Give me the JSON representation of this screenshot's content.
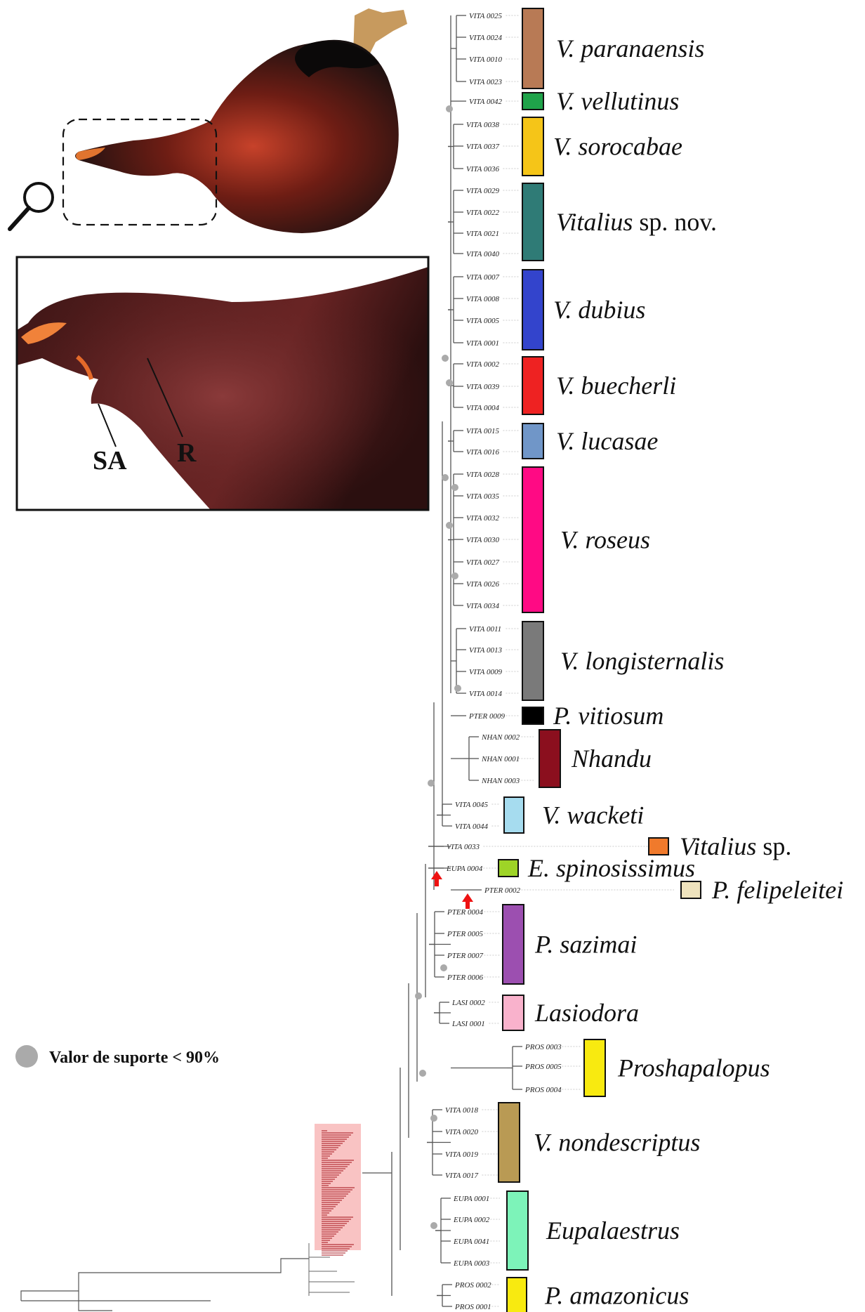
{
  "legend": {
    "label": "Valor de suporte < 90%",
    "marker_color": "#aaaaaa"
  },
  "photo": {
    "labels": [
      "SA",
      "R"
    ]
  },
  "tree": {
    "tips": [
      "VITA 0025",
      "VITA 0024",
      "VITA 0010",
      "VITA 0023",
      "VITA 0042",
      "VITA 0038",
      "VITA 0037",
      "VITA 0036",
      "VITA 0029",
      "VITA 0022",
      "VITA 0021",
      "VITA 0040",
      "VITA 0007",
      "VITA 0008",
      "VITA 0005",
      "VITA 0001",
      "VITA 0002",
      "VITA 0039",
      "VITA 0004",
      "VITA 0015",
      "VITA 0016",
      "VITA 0028",
      "VITA 0035",
      "VITA 0032",
      "VITA 0030",
      "VITA 0027",
      "VITA 0026",
      "VITA 0034",
      "VITA 0011",
      "VITA 0013",
      "VITA 0009",
      "VITA 0014",
      "PTER 0009",
      "NHAN 0002",
      "NHAN 0001",
      "NHAN 0003",
      "VITA 0045",
      "VITA 0044",
      "VITA 0033",
      "EUPA 0004",
      "PTER 0002",
      "PTER 0004",
      "PTER 0005",
      "PTER 0007",
      "PTER 0006",
      "LASI 0002",
      "LASI 0001",
      "PROS 0003",
      "PROS 0005",
      "PROS 0004",
      "VITA 0018",
      "VITA 0020",
      "VITA 0019",
      "VITA 0017",
      "EUPA 0001",
      "EUPA 0002",
      "EUPA 0041",
      "EUPA 0003",
      "PROS 0002",
      "PROS 0001"
    ],
    "clades": [
      {
        "parts": [
          {
            "t": "V. paranaensis",
            "i": true
          }
        ],
        "color": "#b87a55"
      },
      {
        "parts": [
          {
            "t": "V. vellutinus",
            "i": true
          }
        ],
        "color": "#1fa34a"
      },
      {
        "parts": [
          {
            "t": "V. sorocabae",
            "i": true
          }
        ],
        "color": "#f5c518"
      },
      {
        "parts": [
          {
            "t": "Vitalius",
            "i": true
          },
          {
            "t": " sp. nov.",
            "i": false
          }
        ],
        "color": "#2f7b76"
      },
      {
        "parts": [
          {
            "t": "V. dubius",
            "i": true
          }
        ],
        "color": "#3344cc"
      },
      {
        "parts": [
          {
            "t": "V. buecherli",
            "i": true
          }
        ],
        "color": "#ee2222"
      },
      {
        "parts": [
          {
            "t": "V. lucasae",
            "i": true
          }
        ],
        "color": "#7096c8"
      },
      {
        "parts": [
          {
            "t": "V. roseus",
            "i": true
          }
        ],
        "color": "#ff0a84"
      },
      {
        "parts": [
          {
            "t": "V. longisternalis",
            "i": true
          }
        ],
        "color": "#7a7a7a"
      },
      {
        "parts": [
          {
            "t": "P. vitiosum",
            "i": true
          }
        ],
        "color": "#000000"
      },
      {
        "parts": [
          {
            "t": "Nhandu",
            "i": true
          }
        ],
        "color": "#8b0f1e"
      },
      {
        "parts": [
          {
            "t": "V. wacketi",
            "i": true
          }
        ],
        "color": "#a6dcef"
      },
      {
        "parts": [
          {
            "t": "Vitalius",
            "i": true
          },
          {
            "t": " sp.",
            "i": false
          }
        ],
        "color": "#f07a2c"
      },
      {
        "parts": [
          {
            "t": "E. spinosissimus",
            "i": true
          }
        ],
        "color": "#9ed427"
      },
      {
        "parts": [
          {
            "t": "P. felipeleitei",
            "i": true
          }
        ],
        "color": "#efe3bd"
      },
      {
        "parts": [
          {
            "t": "P. sazimai",
            "i": true
          }
        ],
        "color": "#9c4fb0"
      },
      {
        "parts": [
          {
            "t": "Lasiodora",
            "i": true
          }
        ],
        "color": "#f9b2cc"
      },
      {
        "parts": [
          {
            "t": "Proshapalopus",
            "i": true
          }
        ],
        "color": "#f8ea10"
      },
      {
        "parts": [
          {
            "t": "V. nondescriptus",
            "i": true
          }
        ],
        "color": "#b99a54"
      },
      {
        "parts": [
          {
            "t": "Eupalaestrus",
            "i": true
          }
        ],
        "color": "#7df3b9"
      },
      {
        "parts": [
          {
            "t": "P. amazonicus",
            "i": true
          }
        ],
        "color": "#f8ea10"
      }
    ]
  }
}
